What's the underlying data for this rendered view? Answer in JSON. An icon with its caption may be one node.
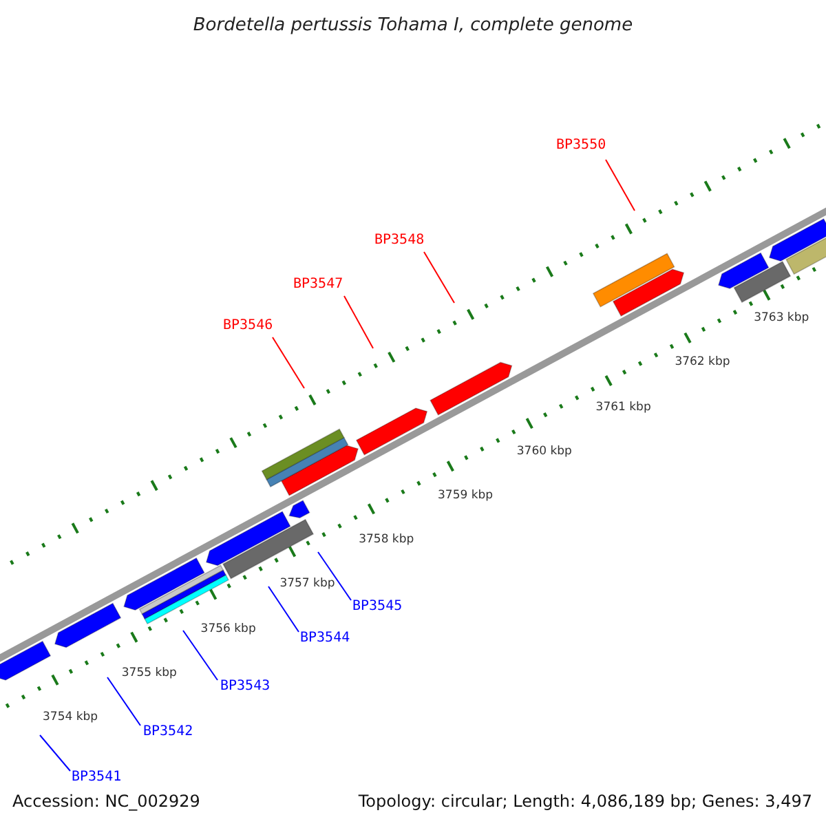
{
  "diagram": {
    "title": "Bordetella pertussis Tohama I, complete genome",
    "nodes": [
      {
        "text": [
          "BP3550"
        ]
      },
      {
        "text": [
          "BP3548"
        ]
      },
      {
        "text": [
          "BP3547"
        ]
      },
      {
        "text": [
          "BP3546"
        ]
      },
      {
        "text": [
          "BP3545"
        ]
      },
      {
        "text": [
          "BP3544"
        ]
      },
      {
        "text": [
          "BP3543"
        ]
      },
      {
        "text": [
          "BP3542"
        ]
      },
      {
        "text": [
          "BP3541"
        ]
      }
    ],
    "edges": [
      {
        "from": 0,
        "to": null,
        "arrow": "none",
        "color": "#ff0000"
      },
      {
        "from": 1,
        "to": null,
        "arrow": "none",
        "color": "#ff0000"
      },
      {
        "from": 2,
        "to": null,
        "arrow": "none",
        "color": "#ff0000"
      },
      {
        "from": 3,
        "to": null,
        "arrow": "none",
        "color": "#ff0000"
      },
      {
        "from": 4,
        "to": null,
        "arrow": "none",
        "color": "#0000ff"
      },
      {
        "from": 5,
        "to": null,
        "arrow": "none",
        "color": "#0000ff"
      },
      {
        "from": 6,
        "to": null,
        "arrow": "none",
        "color": "#0000ff"
      },
      {
        "from": 7,
        "to": null,
        "arrow": "none",
        "color": "#0000ff"
      },
      {
        "from": 8,
        "to": null,
        "arrow": "none",
        "color": "#0000ff"
      }
    ],
    "labels": [
      "3763 kbp",
      "3762 kbp",
      "3761 kbp",
      "3760 kbp",
      "3759 kbp",
      "3758 kbp",
      "3757 kbp",
      "3756 kbp",
      "3755 kbp",
      "3754 kbp",
      "Accession: NC_002929",
      "Topology: circular; Length: 4,086,189 bp; Genes: 3,497"
    ]
  }
}
